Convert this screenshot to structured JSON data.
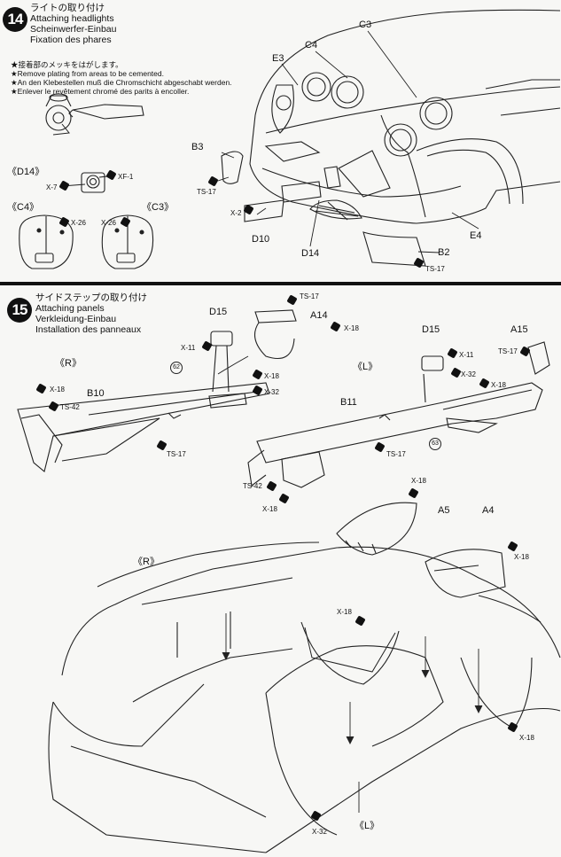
{
  "step14": {
    "number": "14",
    "title_jp": "ライトの取り付け",
    "title_en": "Attaching headlights",
    "title_de": "Scheinwerfer-Einbau",
    "title_fr": "Fixation des phares",
    "notes": [
      "★接着部のメッキをはがします。",
      "★Remove plating from areas to be cemented.",
      "★An den Klebestellen muß die Chromschicht abgeschabt werden.",
      "★Enlever le revêtement chromé des parits à encoller."
    ],
    "labels": {
      "d14_group": "《D14》",
      "c4_group": "《C4》",
      "c3_group": "《C3》",
      "x7": "X-7",
      "xf1": "XF-1",
      "x26_left": "X-26",
      "x26_right": "X-26",
      "c3": "C3",
      "c4": "C4",
      "e3": "E3",
      "b3": "B3",
      "ts17_b3": "TS-17",
      "x2": "X-2",
      "d10": "D10",
      "d14": "D14",
      "e4": "E4",
      "b2": "B2",
      "ts17_b2": "TS-17"
    }
  },
  "step15": {
    "number": "15",
    "title_jp": "サイドステップの取り付け",
    "title_en": "Attaching panels",
    "title_de": "Verkleidung-Einbau",
    "title_fr": "Installation des panneaux",
    "labels": {
      "d15_left": "D15",
      "ts17_a14": "TS-17",
      "a14": "A14",
      "x18_a14": "X-18",
      "x11_left": "X-11",
      "x18_d15": "X-18",
      "x32_left": "X-32",
      "circ62": "62",
      "r_upper": "《R》",
      "x18_b10": "X-18",
      "ts42_b10": "TS-42",
      "b10": "B10",
      "ts17_b10": "TS-17",
      "l_upper": "《L》",
      "d15_right": "D15",
      "x11_right": "X-11",
      "a15": "A15",
      "ts17_a15": "TS-17",
      "x32_right": "X-32",
      "x18_a15": "X-18",
      "b11": "B11",
      "circ63": "63",
      "ts17_b11": "TS-17",
      "ts42_b11": "TS-42",
      "x18_b11": "X-18",
      "x18_a5": "X-18",
      "a5": "A5",
      "a4": "A4",
      "x18_a4": "X-18",
      "r_lower": "《R》",
      "x18_body": "X-18",
      "x18_bottom": "X-18",
      "x32_bottom": "X-32",
      "l_lower": "《L》"
    }
  }
}
